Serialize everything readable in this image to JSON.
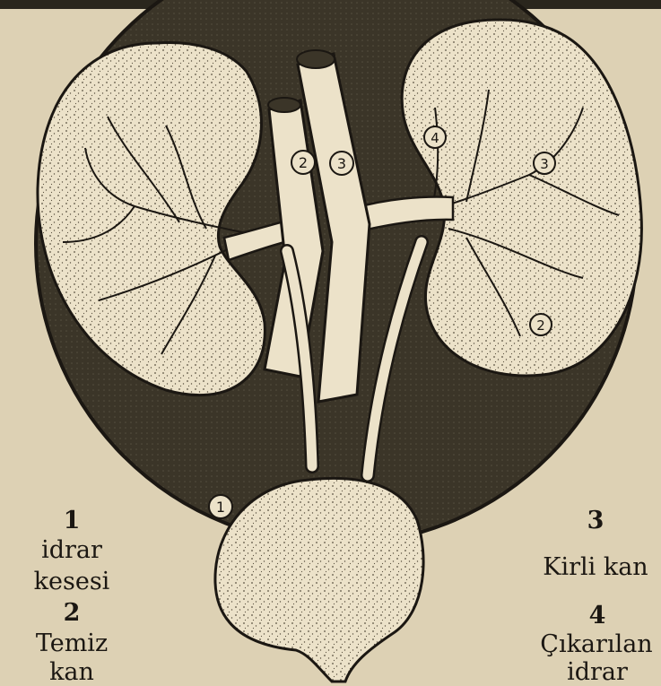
{
  "diagram": {
    "markers": [
      "1",
      "2",
      "3",
      "4"
    ],
    "legend": [
      {
        "number": "1",
        "text": [
          "idrar",
          "kesesi"
        ]
      },
      {
        "number": "2",
        "text": [
          "Temiz",
          "kan"
        ]
      },
      {
        "number": "3",
        "text": [
          "Kirli kan"
        ]
      },
      {
        "number": "4",
        "text": [
          "Çıkarılan",
          "idrar"
        ]
      }
    ]
  },
  "colors": {
    "paper": "#ddd1b4",
    "background_circle": "#3b3528",
    "ink": "#1b1712",
    "organ_fill": "#ece2c9"
  }
}
